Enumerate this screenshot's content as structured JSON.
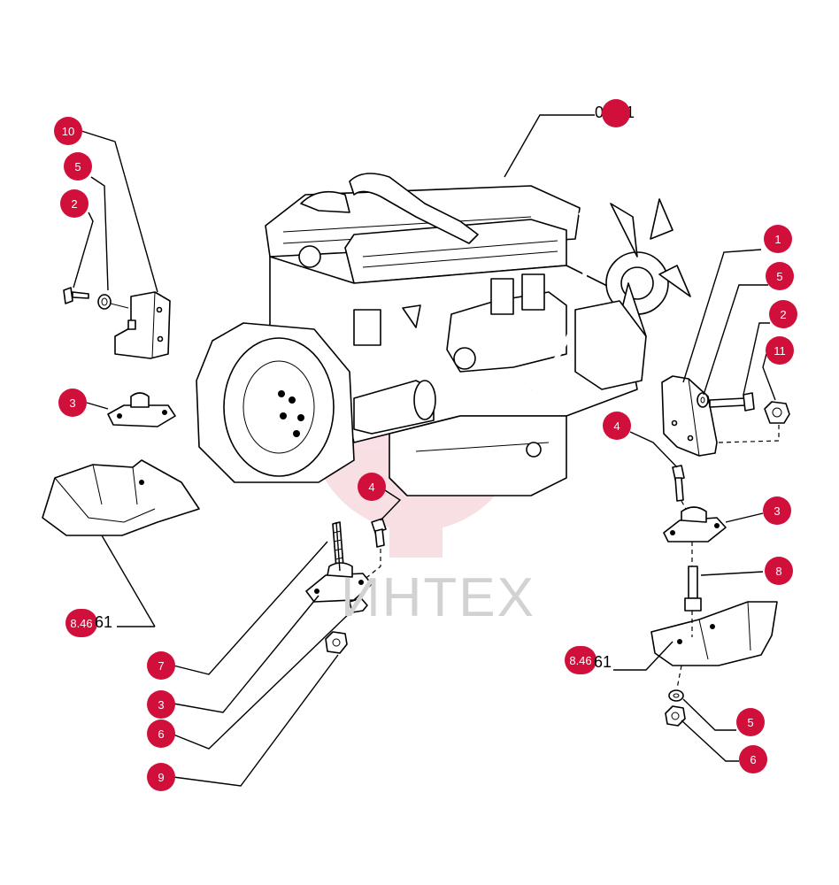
{
  "callouts": [
    {
      "label": "10"
    },
    {
      "label": "5"
    },
    {
      "label": "2"
    },
    {
      "label": "3"
    },
    {
      "label": "1"
    },
    {
      "label": "5"
    },
    {
      "label": "2"
    },
    {
      "label": "11"
    },
    {
      "label": "4"
    },
    {
      "label": "3"
    },
    {
      "label": "8"
    },
    {
      "label": "5"
    },
    {
      "label": "6"
    },
    {
      "label": "4"
    },
    {
      "label": "7"
    },
    {
      "label": "3"
    },
    {
      "label": "6"
    },
    {
      "label": "9"
    }
  ],
  "references": {
    "engine_ref": "0.021",
    "left_bracket_ref_badge": "8.46",
    "left_bracket_ref_text": "61",
    "right_bracket_ref_badge": "8.46",
    "right_bracket_ref_text": "61"
  },
  "watermark": {
    "text": "ИНТЕХ",
    "color": "#d0103a"
  },
  "colors": {
    "badge": "#d0103a",
    "line": "#000000",
    "background": "#ffffff"
  }
}
